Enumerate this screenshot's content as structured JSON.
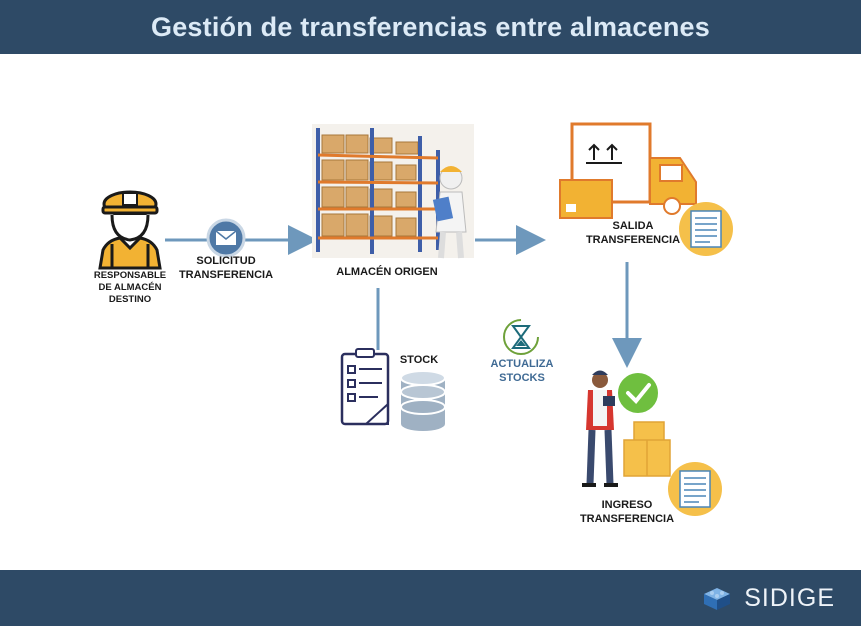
{
  "title": "Gestión de transferencias entre almacenes",
  "nodes": {
    "responsable": {
      "line1": "RESPONSABLE",
      "line2": "DE ALMACÉN",
      "line3": "DESTINO"
    },
    "solicitud": {
      "line1": "SOLICITUD",
      "line2": "TRANSFERENCIA"
    },
    "almacen_origen": {
      "label": "ALMACÉN ORIGEN"
    },
    "salida": {
      "line1": "SALIDA",
      "line2": "TRANSFERENCIA"
    },
    "stock": {
      "label": "STOCK"
    },
    "actualiza": {
      "line1": "ACTUALIZA",
      "line2": "STOCKS"
    },
    "ingreso": {
      "line1": "INGRESO",
      "line2": "TRANSFERENCIA"
    }
  },
  "brand": {
    "name": "SIDIGE"
  },
  "icons": [
    "worker-helmet-icon",
    "envelope-icon",
    "warehouse-shelves-icon",
    "delivery-truck-icon",
    "document-icon",
    "checklist-icon",
    "database-icon",
    "hourglass-icon",
    "checkmark-icon",
    "boxes-icon",
    "brand-logo-icon"
  ],
  "colors": {
    "header": "#2e4a66",
    "arrow": "#6e98bc",
    "accent": "#f2b233"
  }
}
